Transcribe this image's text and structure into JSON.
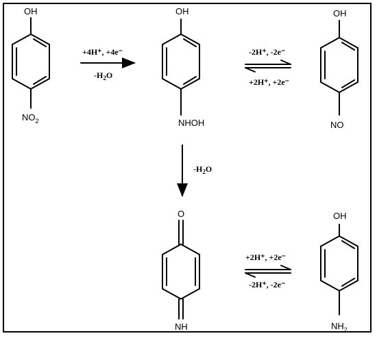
{
  "molecules": {
    "nitrophenol": {
      "top": "OH",
      "bottom_main": "NO",
      "bottom_sub": "2"
    },
    "hydroxylaminophenol": {
      "top": "OH",
      "bottom": "NHOH"
    },
    "nitrosophenol": {
      "top": "OH",
      "bottom": "NO"
    },
    "quinoneimine": {
      "top": "O",
      "bottom": "NH"
    },
    "aminophenol": {
      "top": "OH",
      "bottom_main": "NH",
      "bottom_sub": "2"
    }
  },
  "arrows": {
    "step1": {
      "above": "+4H⁺, +4e⁻",
      "below_main": "-H",
      "below_sub": "2",
      "below_end": "O"
    },
    "step2": {
      "above": "-2H⁺, -2e⁻",
      "below": "+2H⁺, +2e⁻"
    },
    "step3": {
      "side_main": "-H",
      "side_sub": "2",
      "side_end": "O"
    },
    "step4": {
      "above": "+2H⁺, +2e⁻",
      "below": "-2H⁺, -2e⁻"
    }
  },
  "colors": {
    "ink": "#000000",
    "background": "#ffffff"
  }
}
